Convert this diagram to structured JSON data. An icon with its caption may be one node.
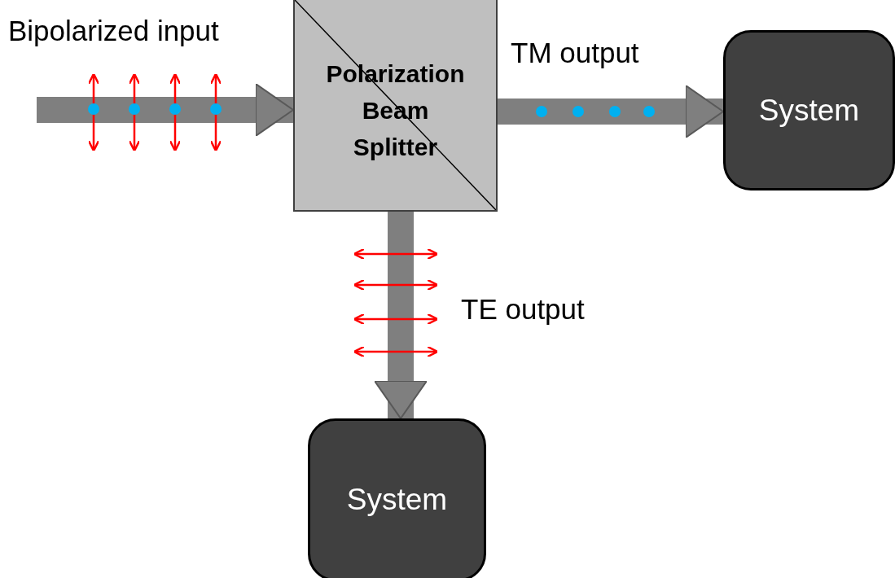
{
  "diagram": {
    "nodes": [
      {
        "text": [
          "Polarization Beam Splitter"
        ]
      },
      {
        "text": [
          "System"
        ]
      },
      {
        "text": [
          "System"
        ]
      }
    ],
    "edges": [
      {
        "from": null,
        "to": 0,
        "arrow": "to",
        "label": "Bipolarized input"
      },
      {
        "from": 0,
        "to": 1,
        "arrow": "to",
        "label": "TM output"
      },
      {
        "from": 0,
        "to": 2,
        "arrow": "to",
        "label": "TE output"
      }
    ]
  }
}
